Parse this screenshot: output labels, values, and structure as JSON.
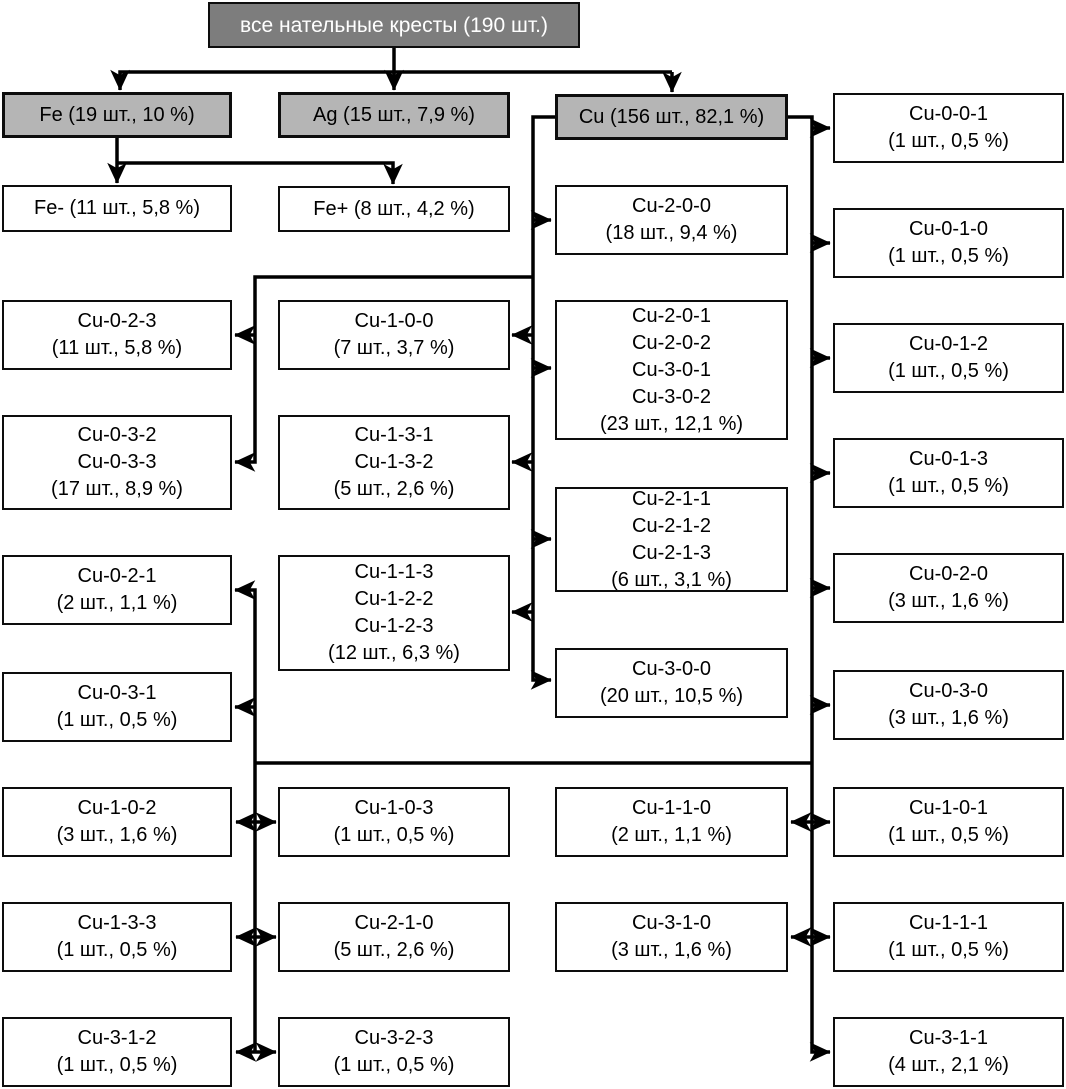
{
  "figure": {
    "kind": "flowchart",
    "root_label": "все нательные кресты (190 шт.)"
  },
  "colors": {
    "root_fill": "#7d7d7d",
    "root_text": "#ffffff",
    "material_fill": "#b5b5b5",
    "box_border": "#0d0d0d",
    "line": "#000000",
    "background": "#ffffff"
  },
  "nodes": [
    {
      "id": "root",
      "kind": "root",
      "lines": [
        "все нательные кресты (190 шт.)"
      ]
    },
    {
      "id": "fe",
      "kind": "material",
      "lines": [
        "Fe (19 шт., 10 %)"
      ]
    },
    {
      "id": "ag",
      "kind": "material",
      "lines": [
        "Ag (15 шт., 7,9 %)"
      ]
    },
    {
      "id": "cu",
      "kind": "material",
      "lines": [
        "Cu (156 шт., 82,1 %)"
      ]
    },
    {
      "id": "fe-minus",
      "kind": "type",
      "lines": [
        "Fe- (11 шт., 5,8 %)"
      ]
    },
    {
      "id": "fe-plus",
      "kind": "type",
      "lines": [
        "Fe+ (8 шт., 4,2 %)"
      ]
    },
    {
      "id": "cu-0-2-3",
      "kind": "type",
      "lines": [
        "Cu-0-2-3",
        "(11 шт., 5,8 %)"
      ]
    },
    {
      "id": "cu-1-0-0",
      "kind": "type",
      "lines": [
        "Cu-1-0-0",
        "(7 шт., 3,7 %)"
      ]
    },
    {
      "id": "cu-2-0-0",
      "kind": "type",
      "lines": [
        "Cu-2-0-0",
        "(18 шт., 9,4 %)"
      ]
    },
    {
      "id": "cu-0-0-1",
      "kind": "type",
      "lines": [
        "Cu-0-0-1",
        "(1 шт., 0,5 %)"
      ]
    },
    {
      "id": "cu-0-1-0",
      "kind": "type",
      "lines": [
        "Cu-0-1-0",
        "(1 шт., 0,5 %)"
      ]
    },
    {
      "id": "cu-0-3-2-3",
      "kind": "type",
      "lines": [
        "Cu-0-3-2",
        "Cu-0-3-3",
        "(17 шт., 8,9 %)"
      ]
    },
    {
      "id": "cu-1-3-1-2",
      "kind": "type",
      "lines": [
        "Cu-1-3-1",
        "Cu-1-3-2",
        "(5 шт., 2,6 %)"
      ]
    },
    {
      "id": "cu-2-0-group",
      "kind": "type",
      "lines": [
        "Cu-2-0-1",
        "Cu-2-0-2",
        "Cu-3-0-1",
        "Cu-3-0-2",
        "(23 шт., 12,1 %)"
      ]
    },
    {
      "id": "cu-0-1-2",
      "kind": "type",
      "lines": [
        "Cu-0-1-2",
        "(1 шт., 0,5 %)"
      ]
    },
    {
      "id": "cu-0-1-3",
      "kind": "type",
      "lines": [
        "Cu-0-1-3",
        "(1 шт., 0,5 %)"
      ]
    },
    {
      "id": "cu-0-2-1",
      "kind": "type",
      "lines": [
        "Cu-0-2-1",
        "(2 шт., 1,1 %)"
      ]
    },
    {
      "id": "cu-1-1-group",
      "kind": "type",
      "lines": [
        "Cu-1-1-3",
        "Cu-1-2-2",
        "Cu-1-2-3",
        "(12 шт., 6,3 %)"
      ]
    },
    {
      "id": "cu-2-1-group",
      "kind": "type",
      "lines": [
        "Cu-2-1-1",
        "Cu-2-1-2",
        "Cu-2-1-3",
        "(6 шт., 3,1 %)"
      ]
    },
    {
      "id": "cu-0-2-0",
      "kind": "type",
      "lines": [
        "Cu-0-2-0",
        "(3 шт., 1,6 %)"
      ]
    },
    {
      "id": "cu-0-3-1",
      "kind": "type",
      "lines": [
        "Cu-0-3-1",
        "(1 шт., 0,5 %)"
      ]
    },
    {
      "id": "cu-3-0-0",
      "kind": "type",
      "lines": [
        "Cu-3-0-0",
        "(20 шт., 10,5 %)"
      ]
    },
    {
      "id": "cu-0-3-0",
      "kind": "type",
      "lines": [
        "Cu-0-3-0",
        "(3 шт., 1,6 %)"
      ]
    },
    {
      "id": "cu-1-0-2",
      "kind": "type",
      "lines": [
        "Cu-1-0-2",
        "(3 шт., 1,6 %)"
      ]
    },
    {
      "id": "cu-1-0-3",
      "kind": "type",
      "lines": [
        "Cu-1-0-3",
        "(1 шт., 0,5 %)"
      ]
    },
    {
      "id": "cu-1-1-0",
      "kind": "type",
      "lines": [
        "Cu-1-1-0",
        "(2 шт., 1,1 %)"
      ]
    },
    {
      "id": "cu-1-0-1",
      "kind": "type",
      "lines": [
        "Cu-1-0-1",
        "(1 шт., 0,5 %)"
      ]
    },
    {
      "id": "cu-1-3-3",
      "kind": "type",
      "lines": [
        "Cu-1-3-3",
        "(1 шт., 0,5 %)"
      ]
    },
    {
      "id": "cu-2-1-0",
      "kind": "type",
      "lines": [
        "Cu-2-1-0",
        "(5 шт., 2,6 %)"
      ]
    },
    {
      "id": "cu-3-1-0",
      "kind": "type",
      "lines": [
        "Cu-3-1-0",
        "(3 шт., 1,6 %)"
      ]
    },
    {
      "id": "cu-1-1-1",
      "kind": "type",
      "lines": [
        "Cu-1-1-1",
        "(1 шт., 0,5 %)"
      ]
    },
    {
      "id": "cu-3-1-2",
      "kind": "type",
      "lines": [
        "Cu-3-1-2",
        "(1 шт., 0,5 %)"
      ]
    },
    {
      "id": "cu-3-2-3",
      "kind": "type",
      "lines": [
        "Cu-3-2-3",
        "(1 шт., 0,5 %)"
      ]
    },
    {
      "id": "cu-3-1-1",
      "kind": "type",
      "lines": [
        "Cu-3-1-1",
        "(4 шт., 2,1 %)"
      ]
    }
  ]
}
